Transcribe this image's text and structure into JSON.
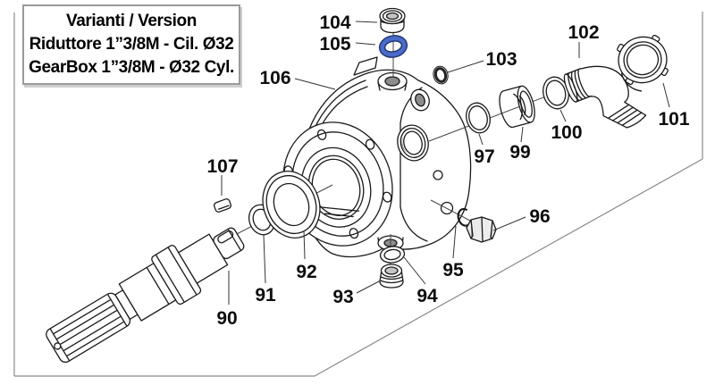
{
  "info_box": {
    "title": "Varianti / Version",
    "line_italian": "Riduttore 1”3/8M - Cil. Ø32",
    "line_english": "GearBox 1”3/8M - Ø32 Cyl."
  },
  "colors": {
    "highlight_blue": "#4a6bc8",
    "highlight_blue_dark": "#20336f",
    "line_black": "#1a1a1a"
  },
  "part_labels": {
    "p90": "90",
    "p91": "91",
    "p92": "92",
    "p93": "93",
    "p94": "94",
    "p95": "95",
    "p96": "96",
    "p97": "97",
    "p99": "99",
    "p100": "100",
    "p101": "101",
    "p102": "102",
    "p103": "103",
    "p104": "104",
    "p105": "105",
    "p106": "106",
    "p107": "107"
  }
}
